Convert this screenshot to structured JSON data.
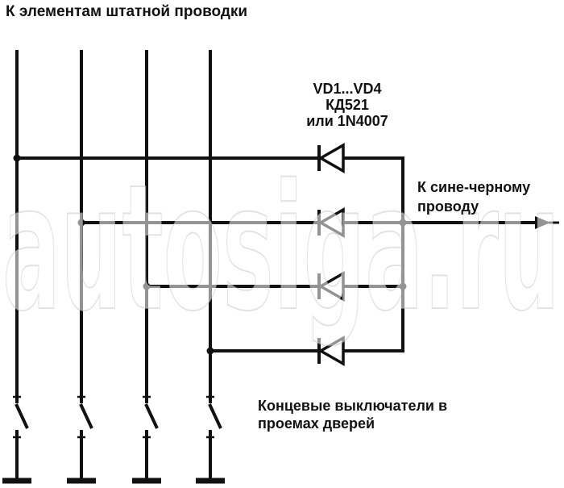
{
  "title": "К элементам штатной проводки",
  "diode_label": {
    "line1": "VD1...VD4",
    "line2": "КД521",
    "line3": "или 1N4007"
  },
  "output_label": {
    "line1": "К сине-черному",
    "line2": "проводу"
  },
  "switch_label": {
    "line1": "Концевые выключатели в",
    "line2": "проемах дверей"
  },
  "watermark": {
    "text": "autosiga.ru"
  },
  "colors": {
    "line": "#111111",
    "text": "#111111",
    "background": "#ffffff",
    "watermark_fill": "#ffffff",
    "watermark_stroke": "#bfbfbf"
  }
}
